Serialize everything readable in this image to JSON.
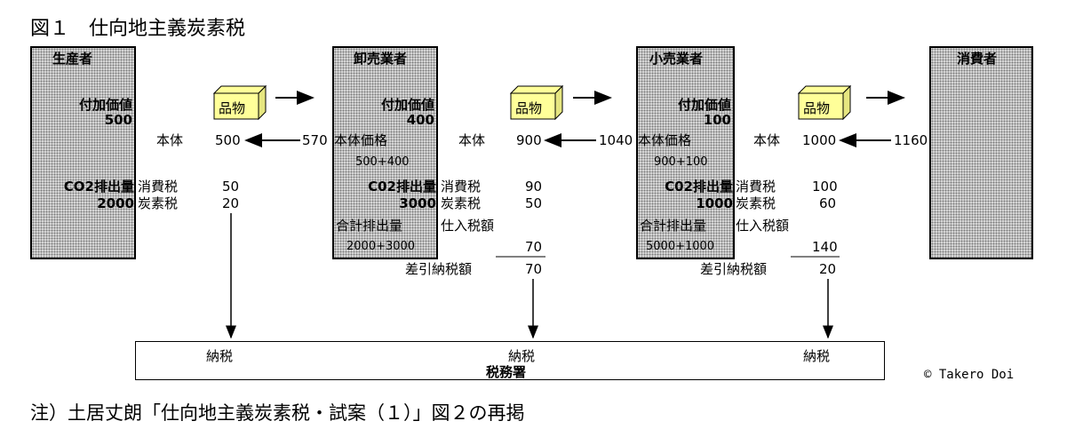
{
  "title": "図１　仕向地主義炭素税",
  "note": "注）土居丈朗「仕向地主義炭素税・試案（１）」図２の再掲",
  "credit": "© Takero Doi",
  "goods_label": "品物",
  "tax_office": {
    "pay": "納税",
    "name": "税務署"
  },
  "producer": {
    "name": "生産者",
    "va_label": "付加価値",
    "va_value": "500",
    "co2_label": "CO2排出量",
    "co2_value": "2000",
    "base_label": "本体",
    "base_value": "500",
    "consumption_label": "消費税",
    "consumption_value": "50",
    "carbon_label": "炭素税",
    "carbon_value": "20"
  },
  "wholesaler": {
    "name": "卸売業者",
    "price_in": "570",
    "va_label": "付加価値",
    "va_value": "400",
    "base_price_label": "本体価格",
    "base_price_formula": "500+400",
    "co2_label": "C02排出量",
    "co2_value": "3000",
    "total_label": "合計排出量",
    "total_formula": "2000+3000",
    "base_label": "本体",
    "base_value": "900",
    "consumption_label": "消費税",
    "consumption_value": "90",
    "carbon_label": "炭素税",
    "carbon_value": "50",
    "input_tax_label": "仕入税額",
    "input_tax_value": "70",
    "net_label": "差引納税額",
    "net_value": "70"
  },
  "retailer": {
    "name": "小売業者",
    "price_in": "1040",
    "va_label": "付加価値",
    "va_value": "100",
    "base_price_label": "本体価格",
    "base_price_formula": "900+100",
    "co2_label": "C02排出量",
    "co2_value": "1000",
    "total_label": "合計排出量",
    "total_formula": "5000+1000",
    "base_label": "本体",
    "base_value": "1000",
    "consumption_label": "消費税",
    "consumption_value": "100",
    "carbon_label": "炭素税",
    "carbon_value": "60",
    "input_tax_label": "仕入税額",
    "input_tax_value": "140",
    "net_label": "差引納税額",
    "net_value": "20"
  },
  "consumer": {
    "name": "消費者",
    "price_in": "1160"
  }
}
